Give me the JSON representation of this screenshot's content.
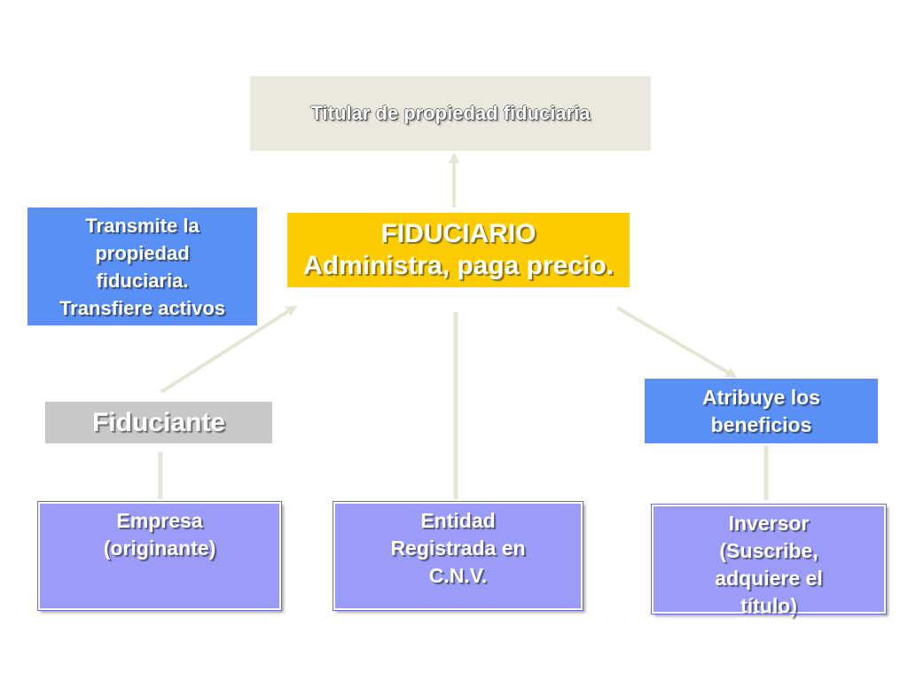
{
  "titular": "Titular de propiedad fiduciaria",
  "fiduciario": {
    "title": "FIDUCIARIO",
    "subtitle": "Administra, paga precio."
  },
  "transmite": [
    "Transmite la",
    "propiedad",
    "fiduciaria.",
    "Transfiere activos"
  ],
  "fiduciante": "Fiduciante",
  "atribuye": [
    "Atribuye los",
    "beneficios"
  ],
  "empresa": [
    "Empresa",
    "(originante)"
  ],
  "entidad": [
    "Entidad",
    "Registrada en",
    "C.N.V."
  ],
  "inversor": [
    "Inversor",
    "(Suscribe,",
    "adquiere el",
    "título)"
  ],
  "colors": {
    "titular_bg": "#ebe8e0",
    "fiduciario_bg": "#fccc00",
    "blue_box_bg": "#5a8ff5",
    "fiduciante_bg": "#c8c8c8",
    "bottom_box_bg": "#9b9cf8",
    "connector": "#e4e6d4"
  }
}
